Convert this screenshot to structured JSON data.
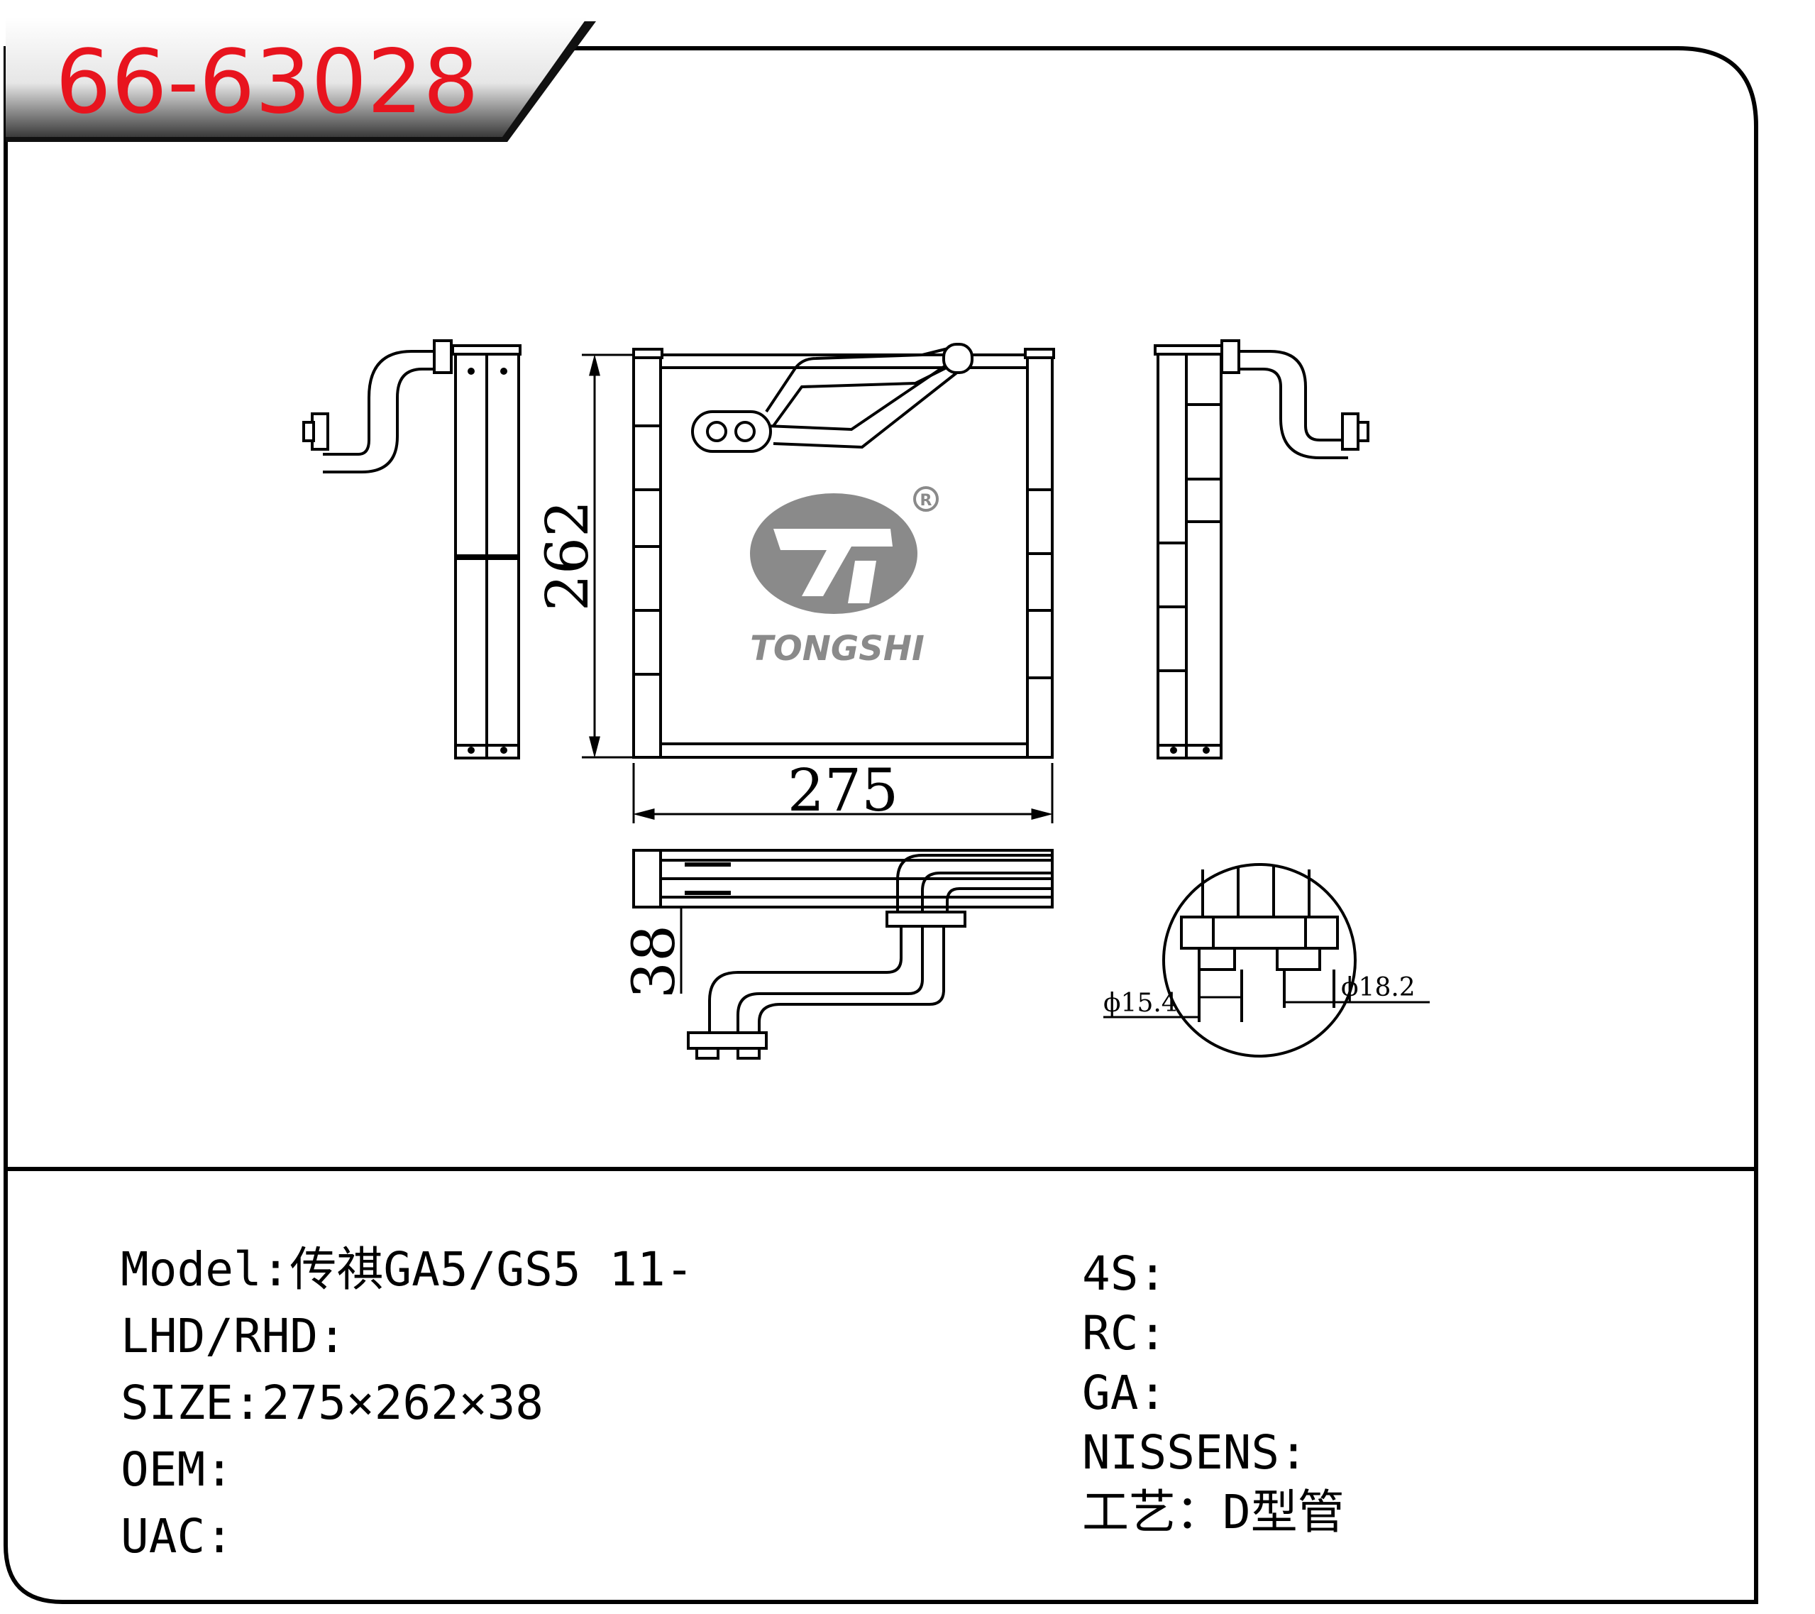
{
  "header": {
    "part_number": "66-63028"
  },
  "drawing": {
    "dim_height": "262",
    "dim_width": "275",
    "dim_depth": "38",
    "dia_inlet": "ϕ15.4",
    "dia_outlet": "ϕ18.2"
  },
  "logo": {
    "brand": "TONGSHI",
    "registered": "R"
  },
  "specs_left": [
    {
      "label": "Model:",
      "value": "传祺GA5/GS5 11-"
    },
    {
      "label": "LHD/RHD:",
      "value": ""
    },
    {
      "label": "SIZE:",
      "value": "275×262×38"
    },
    {
      "label": "OEM:",
      "value": ""
    },
    {
      "label": "UAC:",
      "value": ""
    }
  ],
  "specs_right": [
    {
      "label": "4S:",
      "value": ""
    },
    {
      "label": "RC:",
      "value": ""
    },
    {
      "label": "GA:",
      "value": ""
    },
    {
      "label": "NISSENS:",
      "value": ""
    },
    {
      "label": "工艺：",
      "value": "D型管"
    }
  ],
  "colors": {
    "part_number": "#e8141e",
    "logo_gray": "#8a8a8a",
    "line": "#000000"
  }
}
